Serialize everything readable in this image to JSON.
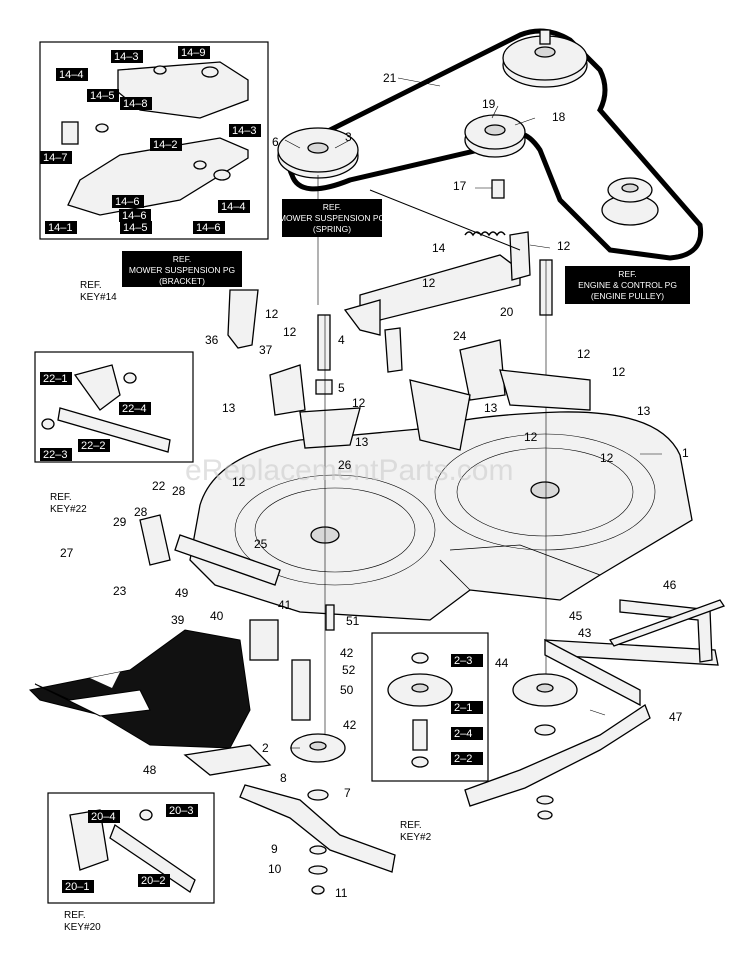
{
  "watermark": "eReplacementParts.com",
  "callouts": [
    {
      "id": "c1",
      "text": "1"
    },
    {
      "id": "c2",
      "text": "2"
    },
    {
      "id": "c3",
      "text": "3"
    },
    {
      "id": "c4",
      "text": "4"
    },
    {
      "id": "c5",
      "text": "5"
    },
    {
      "id": "c6",
      "text": "6"
    },
    {
      "id": "c7",
      "text": "7"
    },
    {
      "id": "c8",
      "text": "8"
    },
    {
      "id": "c9",
      "text": "9"
    },
    {
      "id": "c10",
      "text": "10"
    },
    {
      "id": "c11",
      "text": "11"
    },
    {
      "id": "c12a",
      "text": "12"
    },
    {
      "id": "c12b",
      "text": "12"
    },
    {
      "id": "c12c",
      "text": "12"
    },
    {
      "id": "c12d",
      "text": "12"
    },
    {
      "id": "c12e",
      "text": "12"
    },
    {
      "id": "c12f",
      "text": "12"
    },
    {
      "id": "c12g",
      "text": "12"
    },
    {
      "id": "c12h",
      "text": "12"
    },
    {
      "id": "c12i",
      "text": "12"
    },
    {
      "id": "c12j",
      "text": "12"
    },
    {
      "id": "c13a",
      "text": "13"
    },
    {
      "id": "c13b",
      "text": "13"
    },
    {
      "id": "c13c",
      "text": "13"
    },
    {
      "id": "c13d",
      "text": "13"
    },
    {
      "id": "c14",
      "text": "14"
    },
    {
      "id": "c17",
      "text": "17"
    },
    {
      "id": "c18",
      "text": "18"
    },
    {
      "id": "c19",
      "text": "19"
    },
    {
      "id": "c20",
      "text": "20"
    },
    {
      "id": "c21",
      "text": "21"
    },
    {
      "id": "c22",
      "text": "22"
    },
    {
      "id": "c23",
      "text": "23"
    },
    {
      "id": "c24",
      "text": "24"
    },
    {
      "id": "c25",
      "text": "25"
    },
    {
      "id": "c26",
      "text": "26"
    },
    {
      "id": "c27",
      "text": "27"
    },
    {
      "id": "c28a",
      "text": "28"
    },
    {
      "id": "c28b",
      "text": "28"
    },
    {
      "id": "c29",
      "text": "29"
    },
    {
      "id": "c36",
      "text": "36"
    },
    {
      "id": "c37",
      "text": "37"
    },
    {
      "id": "c39",
      "text": "39"
    },
    {
      "id": "c40",
      "text": "40"
    },
    {
      "id": "c41",
      "text": "41"
    },
    {
      "id": "c42a",
      "text": "42"
    },
    {
      "id": "c42b",
      "text": "42"
    },
    {
      "id": "c43",
      "text": "43"
    },
    {
      "id": "c44",
      "text": "44"
    },
    {
      "id": "c45",
      "text": "45"
    },
    {
      "id": "c46",
      "text": "46"
    },
    {
      "id": "c47",
      "text": "47"
    },
    {
      "id": "c48",
      "text": "48"
    },
    {
      "id": "c49",
      "text": "49"
    },
    {
      "id": "c50",
      "text": "50"
    },
    {
      "id": "c51",
      "text": "51"
    },
    {
      "id": "c52",
      "text": "52"
    }
  ],
  "inset_tags": [
    {
      "id": "t14_3",
      "text": "14–3"
    },
    {
      "id": "t14_9",
      "text": "14–9"
    },
    {
      "id": "t14_4a",
      "text": "14–4"
    },
    {
      "id": "t14_5",
      "text": "14–5"
    },
    {
      "id": "t14_8",
      "text": "14–8"
    },
    {
      "id": "t14_3b",
      "text": "14–3"
    },
    {
      "id": "t14_7",
      "text": "14–7"
    },
    {
      "id": "t14_2",
      "text": "14–2"
    },
    {
      "id": "t14_6a",
      "text": "14–6"
    },
    {
      "id": "t14_1",
      "text": "14–1"
    },
    {
      "id": "t14_6b",
      "text": "14–6"
    },
    {
      "id": "t14_5b",
      "text": "14–5"
    },
    {
      "id": "t14_4b",
      "text": "14–4"
    },
    {
      "id": "t14_6c",
      "text": "14–6"
    },
    {
      "id": "t22_1",
      "text": "22–1"
    },
    {
      "id": "t22_4",
      "text": "22–4"
    },
    {
      "id": "t22_3",
      "text": "22–3"
    },
    {
      "id": "t22_2",
      "text": "22–2"
    },
    {
      "id": "t2_3",
      "text": "2–3"
    },
    {
      "id": "t2_1",
      "text": "2–1"
    },
    {
      "id": "t2_4",
      "text": "2–4"
    },
    {
      "id": "t2_2",
      "text": "2–2"
    },
    {
      "id": "t20_4",
      "text": "20–4"
    },
    {
      "id": "t20_3",
      "text": "20–3"
    },
    {
      "id": "t20_1",
      "text": "20–1"
    },
    {
      "id": "t20_2",
      "text": "20–2"
    }
  ],
  "ref_boxes": {
    "spring": [
      "REF.",
      "MOWER SUSPENSION PG",
      "(SPRING)"
    ],
    "bracket": [
      "REF.",
      "MOWER SUSPENSION PG",
      "(BRACKET)"
    ],
    "engine": [
      "REF.",
      "ENGINE & CONTROL PG",
      "(ENGINE PULLEY)"
    ]
  },
  "ref_keys": {
    "k14": [
      "REF.",
      "KEY#14"
    ],
    "k22": [
      "REF.",
      "KEY#22"
    ],
    "k2": [
      "REF.",
      "KEY#2"
    ],
    "k20": [
      "REF.",
      "KEY#20"
    ]
  }
}
